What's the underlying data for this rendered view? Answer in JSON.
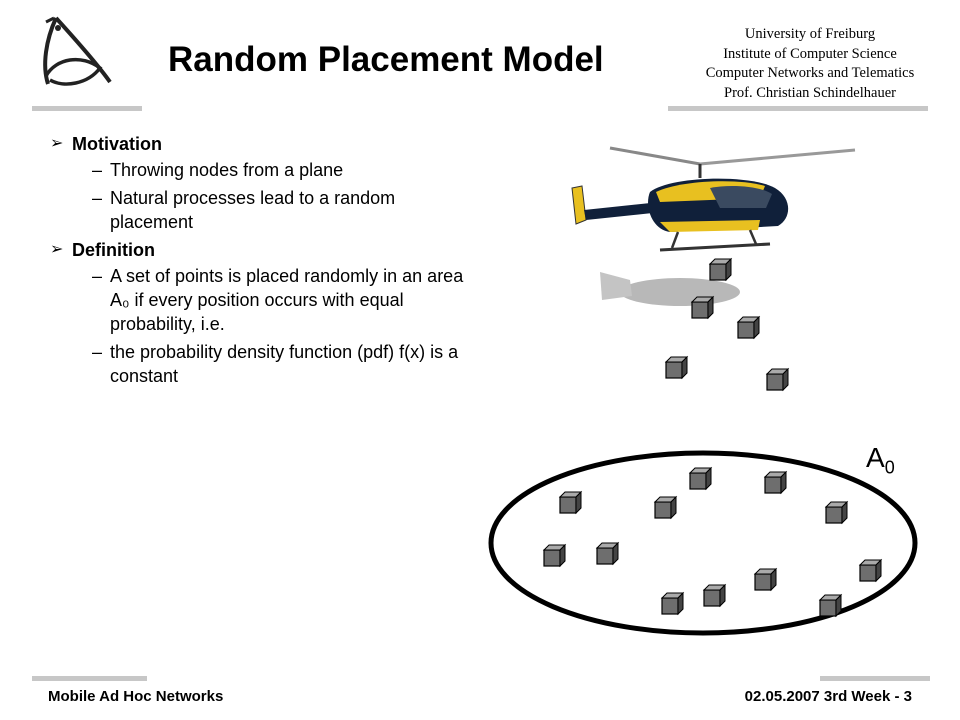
{
  "header": {
    "title": "Random Placement Model",
    "institution": [
      "University of Freiburg",
      "Institute of Computer Science",
      "Computer   Networks and Telematics",
      "Prof. Christian Schindelhauer"
    ]
  },
  "content": {
    "bullets": [
      {
        "label": "Motivation",
        "items": [
          "Throwing nodes from a plane",
          "Natural processes lead to a random placement"
        ]
      },
      {
        "label": "Definition",
        "items": [
          "A set of points is placed randomly in an area A₀ if every position occurs with equal probability, i.e.",
          "the probability density function (pdf) f(x) is a constant"
        ]
      }
    ]
  },
  "diagram": {
    "area_label": "A",
    "area_label_sub": "0"
  },
  "footer": {
    "left": "Mobile Ad Hoc Networks",
    "right": "02.05.2007  3rd Week - 3"
  },
  "colors": {
    "rule": "#c7c7c7",
    "node": "#6e6e6e",
    "helicopter_body": "#e8c020",
    "helicopter_dark": "#10203a"
  }
}
